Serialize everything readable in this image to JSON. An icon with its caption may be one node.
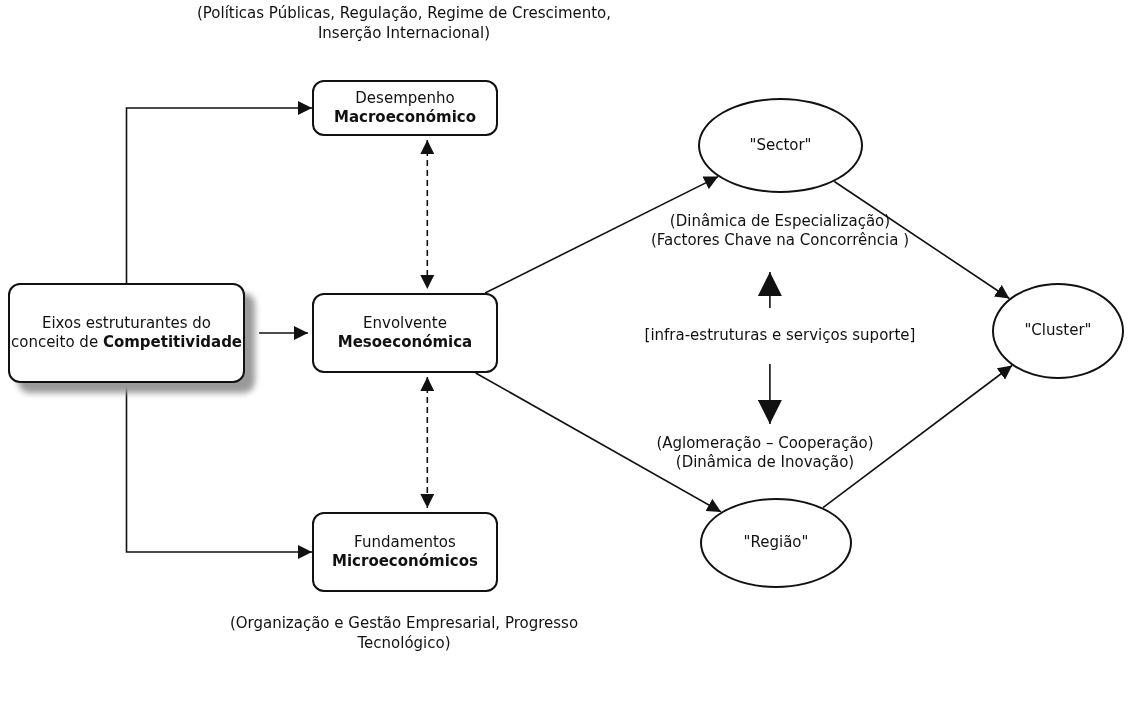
{
  "diagram": {
    "nodes": [
      {
        "text": [
          "Eixos estruturantes do conceito de **Competitividade**"
        ]
      },
      {
        "text": [
          "Desempenho **Macroeconómico**"
        ],
        "beside": [
          "(Políticas Públicas, Regulação, Regime de Crescimento, Inserção Internacional)"
        ]
      },
      {
        "text": [
          "Envolvente **Mesoeconómica**"
        ]
      },
      {
        "text": [
          "Fundamentos **Microeconómicos**"
        ],
        "beside": [
          "(Organização e Gestão Empresarial, Progresso Tecnológico)"
        ]
      },
      {
        "text": [
          "\"Sector\""
        ]
      },
      {
        "text": [
          "\"Cluster\""
        ]
      },
      {
        "text": [
          "\"Região\""
        ]
      },
      {
        "text": [
          "(Dinâmica de Especialização)",
          "(Factores Chave na Concorrência )"
        ]
      },
      {
        "text": [
          "[infra-estruturas e serviços suporte]"
        ]
      },
      {
        "text": [
          "(Aglomeração – Cooperação)",
          "(Dinâmica de Inovação)"
        ]
      }
    ],
    "edges": [
      {
        "from": 0,
        "to": 1,
        "arrow": "to"
      },
      {
        "from": 0,
        "to": 2,
        "arrow": "to"
      },
      {
        "from": 0,
        "to": 3,
        "arrow": "to"
      },
      {
        "from": 1,
        "to": 2,
        "arrow": "both",
        "style": "dashed"
      },
      {
        "from": 2,
        "to": 3,
        "arrow": "both",
        "style": "dashed"
      },
      {
        "from": 2,
        "to": 4,
        "arrow": "to"
      },
      {
        "from": 2,
        "to": 6,
        "arrow": "to"
      },
      {
        "from": 4,
        "to": 5,
        "arrow": "to"
      },
      {
        "from": 6,
        "to": 5,
        "arrow": "to"
      },
      {
        "from": 8,
        "to": 7,
        "arrow": "to"
      },
      {
        "from": 8,
        "to": 9,
        "arrow": "to"
      }
    ]
  }
}
